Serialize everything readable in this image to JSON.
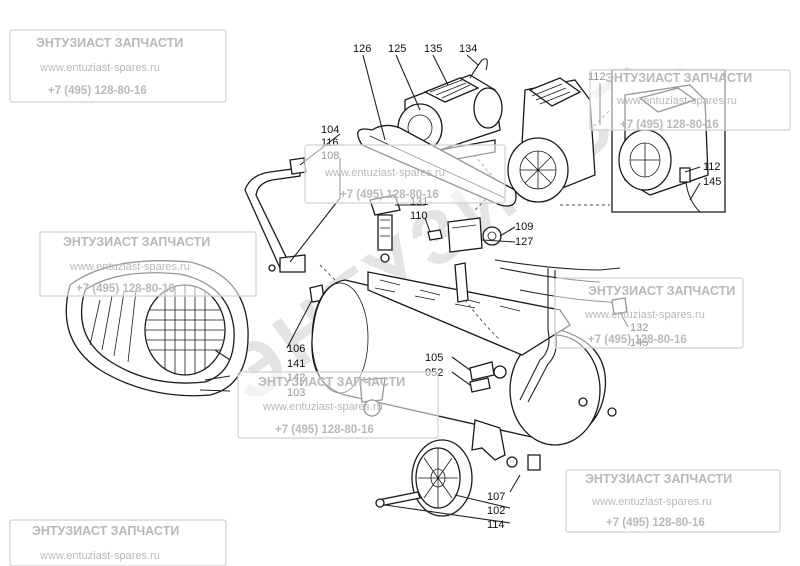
{
  "watermark": {
    "title": "ЭНТУЗИАСТ ЗАПЧАСТИ",
    "url": "www.entuziast-spares.ru",
    "phone": "+7 (495) 128-80-16",
    "logo_text": "ЭНТУЗИАСТ"
  },
  "callouts": {
    "c126": "126",
    "c125": "125",
    "c135": "135",
    "c134": "134",
    "c112a": "112",
    "c104": "104",
    "c116": "116",
    "c108": "108",
    "c112b": "112",
    "c145a": "145",
    "c131": "131",
    "c110": "110",
    "c109": "109",
    "c127": "127",
    "c132": "132",
    "c145b": "145",
    "c106": "106",
    "c141": "141",
    "c142": "142",
    "c103": "103",
    "c105": "105",
    "c052": "052",
    "c107": "107",
    "c102": "102",
    "c114": "114"
  }
}
